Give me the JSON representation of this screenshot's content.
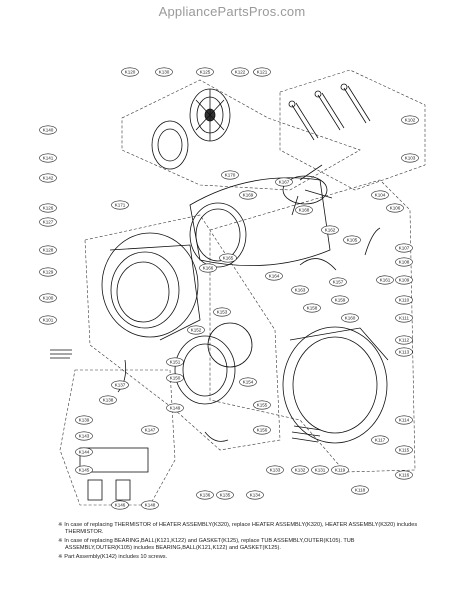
{
  "watermark": "AppliancePartsPros.com",
  "callouts": [
    {
      "id": "c-k120",
      "label": "K120"
    },
    {
      "id": "c-k130",
      "label": "K130"
    },
    {
      "id": "c-k125",
      "label": "K125"
    },
    {
      "id": "c-k122",
      "label": "K122"
    },
    {
      "id": "c-k121",
      "label": "K121"
    },
    {
      "id": "c-k140",
      "label": "K140"
    },
    {
      "id": "c-k141",
      "label": "K141"
    },
    {
      "id": "c-k142",
      "label": "K142"
    },
    {
      "id": "c-k126",
      "label": "K126"
    },
    {
      "id": "c-k127",
      "label": "K127"
    },
    {
      "id": "c-k128",
      "label": "K128"
    },
    {
      "id": "c-k129",
      "label": "K129"
    },
    {
      "id": "c-k100",
      "label": "K100"
    },
    {
      "id": "c-k101",
      "label": "K101"
    },
    {
      "id": "c-k102",
      "label": "K102"
    },
    {
      "id": "c-k103",
      "label": "K103"
    },
    {
      "id": "c-k104",
      "label": "K104"
    },
    {
      "id": "c-k105",
      "label": "K105"
    },
    {
      "id": "c-k106",
      "label": "K106"
    },
    {
      "id": "c-k107",
      "label": "K107"
    },
    {
      "id": "c-k108",
      "label": "K108"
    },
    {
      "id": "c-k109",
      "label": "K109"
    },
    {
      "id": "c-k110",
      "label": "K110"
    },
    {
      "id": "c-k111",
      "label": "K111"
    },
    {
      "id": "c-k112",
      "label": "K112"
    },
    {
      "id": "c-k113",
      "label": "K113"
    },
    {
      "id": "c-k114",
      "label": "K114"
    },
    {
      "id": "c-k115",
      "label": "K115"
    },
    {
      "id": "c-k116",
      "label": "K116"
    },
    {
      "id": "c-k117",
      "label": "K117"
    },
    {
      "id": "c-k118",
      "label": "K118"
    },
    {
      "id": "c-k119",
      "label": "K119"
    },
    {
      "id": "c-k131",
      "label": "K131"
    },
    {
      "id": "c-k132",
      "label": "K132"
    },
    {
      "id": "c-k133",
      "label": "K133"
    },
    {
      "id": "c-k134",
      "label": "K134"
    },
    {
      "id": "c-k135",
      "label": "K135"
    },
    {
      "id": "c-k136",
      "label": "K136"
    },
    {
      "id": "c-k137",
      "label": "K137"
    },
    {
      "id": "c-k138",
      "label": "K138"
    },
    {
      "id": "c-k139",
      "label": "K139"
    },
    {
      "id": "c-k143",
      "label": "K143"
    },
    {
      "id": "c-k144",
      "label": "K144"
    },
    {
      "id": "c-k145",
      "label": "K145"
    },
    {
      "id": "c-k146",
      "label": "K146"
    },
    {
      "id": "c-k147",
      "label": "K147"
    },
    {
      "id": "c-k148",
      "label": "K148"
    },
    {
      "id": "c-k149",
      "label": "K149"
    },
    {
      "id": "c-k150",
      "label": "K150"
    },
    {
      "id": "c-k151",
      "label": "K151"
    },
    {
      "id": "c-k152",
      "label": "K152"
    },
    {
      "id": "c-k153",
      "label": "K153"
    },
    {
      "id": "c-k154",
      "label": "K154"
    },
    {
      "id": "c-k155",
      "label": "K155"
    },
    {
      "id": "c-k156",
      "label": "K156"
    },
    {
      "id": "c-k157",
      "label": "K157"
    },
    {
      "id": "c-k158",
      "label": "K158"
    },
    {
      "id": "c-k159",
      "label": "K159"
    },
    {
      "id": "c-k160",
      "label": "K160"
    },
    {
      "id": "c-k161",
      "label": "K161"
    },
    {
      "id": "c-k162",
      "label": "K162"
    },
    {
      "id": "c-k163",
      "label": "K163"
    },
    {
      "id": "c-k164",
      "label": "K164"
    },
    {
      "id": "c-k165",
      "label": "K165"
    },
    {
      "id": "c-k166",
      "label": "K166"
    },
    {
      "id": "c-k167",
      "label": "K167"
    },
    {
      "id": "c-k168",
      "label": "K168"
    },
    {
      "id": "c-k169",
      "label": "K169"
    },
    {
      "id": "c-k170",
      "label": "K170"
    },
    {
      "id": "c-k171",
      "label": "K171"
    }
  ],
  "notes": [
    {
      "bullet": "※",
      "text": "In case of replacing THERMISTOR of HEATER ASSEMBLY(K320), replace HEATER ASSEMBLY(K320), HEATER ASSEMBLY(K320) includes THERMISTOR."
    },
    {
      "bullet": "※",
      "text": "In case of replacing BEARING,BALL(K121,K122) and GASKET(K125), replace TUB ASSEMBLY,OUTER(K105). TUB ASSEMBLY,OUTER(K105) includes BEARING,BALL(K121,K122) and GASKET(K125)."
    },
    {
      "bullet": "※",
      "text": "Part Assembly(K142) includes 10 screws."
    }
  ]
}
